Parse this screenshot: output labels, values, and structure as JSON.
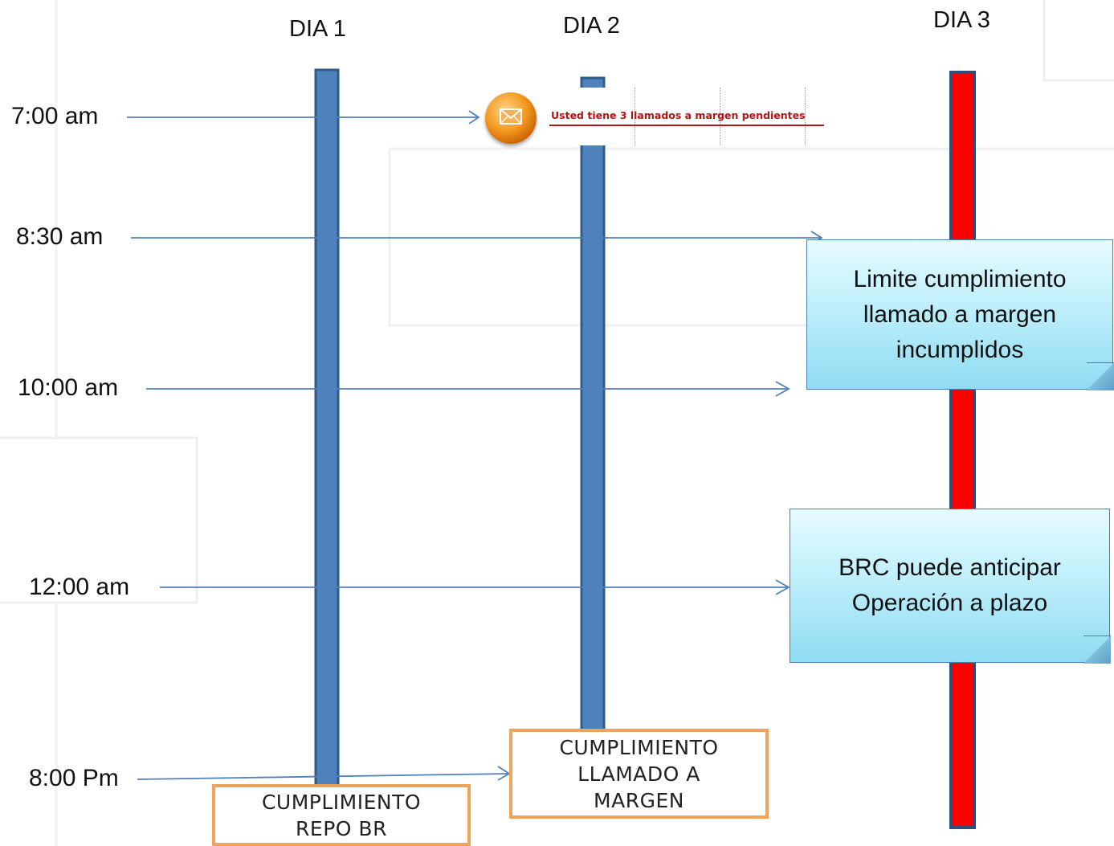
{
  "days": [
    "DIA 1",
    "DIA 2",
    "DIA 3"
  ],
  "times": [
    "7:00 am",
    "8:30 am",
    "10:00 am",
    "12:00 am",
    "8:00 Pm"
  ],
  "notice": {
    "text": "Usted tiene 3 llamados a margen pendientes",
    "icon": "envelope-icon"
  },
  "callouts": {
    "deadline": "Limite cumplimiento llamado a margen incumplidos",
    "anticipate": "BRC puede anticipar Operación a plazo"
  },
  "boxes": {
    "repo": "CUMPLIMIENTO REPO BR",
    "margin": "CUMPLIMIENTO LLAMADO A MARGEN"
  },
  "colors": {
    "day_bar": "#4f81bd",
    "day_bar_border": "#2f5b8a",
    "day3_bar": "#ff0000",
    "day3_bar_border": "#2f4f7a",
    "arrow": "#4f81bd",
    "box_border": "#f0a35a",
    "callout_fill": "#bfeffb"
  }
}
